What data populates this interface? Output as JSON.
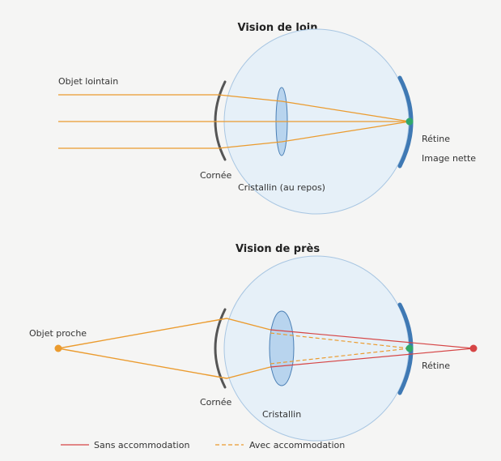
{
  "far": {
    "title": "Vision de loin",
    "object_label": "Objet lointain",
    "cornea_label": "Cornée",
    "lens_label": "Cristallin (au repos)",
    "retina_label": "Rétine",
    "image_label": "Image nette"
  },
  "near": {
    "title": "Vision de près",
    "object_label": "Objet proche",
    "cornea_label": "Cornée",
    "lens_label": "Cristallin",
    "retina_label": "Rétine"
  },
  "legend": {
    "solid_label": "Sans accommodation",
    "dashed_label": "Avec accommodation"
  },
  "colors": {
    "background": "#f5f5f4",
    "eyeball_fill": "#e6f0f8",
    "eyeball_stroke": "#a8c6e2",
    "lens_fill": "#b8d4ee",
    "lens_stroke": "#4a7fb5",
    "cornea": "#555555",
    "retina": "#3f79b4",
    "ray": "#eb9b2e",
    "no_accommodation": "#d64545",
    "focus_point": "#2fa86b",
    "object_point": "#eb9b2e"
  }
}
